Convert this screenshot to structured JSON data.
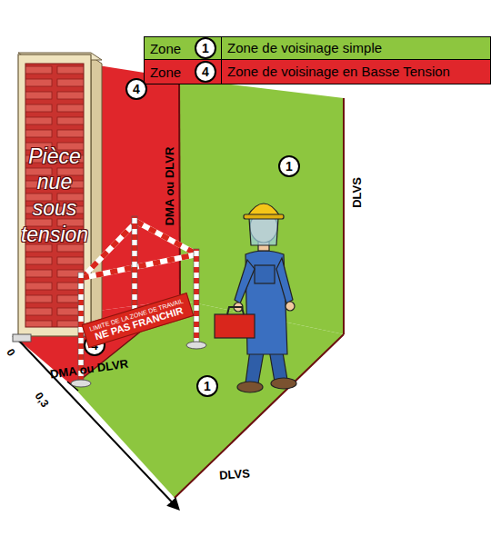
{
  "diagram": {
    "nodes": [
      {
        "text": [
          "Pièce nue sous tension"
        ]
      },
      {
        "text": [
          "LIMITE DE LA ZONE DE TRAVAIL",
          "NE PAS FRANCHIR"
        ]
      }
    ],
    "labels": [
      "Zone",
      "1",
      "Zone",
      "4",
      "4",
      "DMA ou DLVR",
      "1",
      "DLVS",
      "4",
      "DMA ou DLVR",
      "1",
      "DLVS",
      "0",
      "0,3"
    ],
    "legend": [
      {
        "text": "Zone de voisinage simple",
        "color": "#8dc63f"
      },
      {
        "text": "Zone de voisinage en Basse Tension",
        "color": "#e0262b"
      }
    ]
  }
}
